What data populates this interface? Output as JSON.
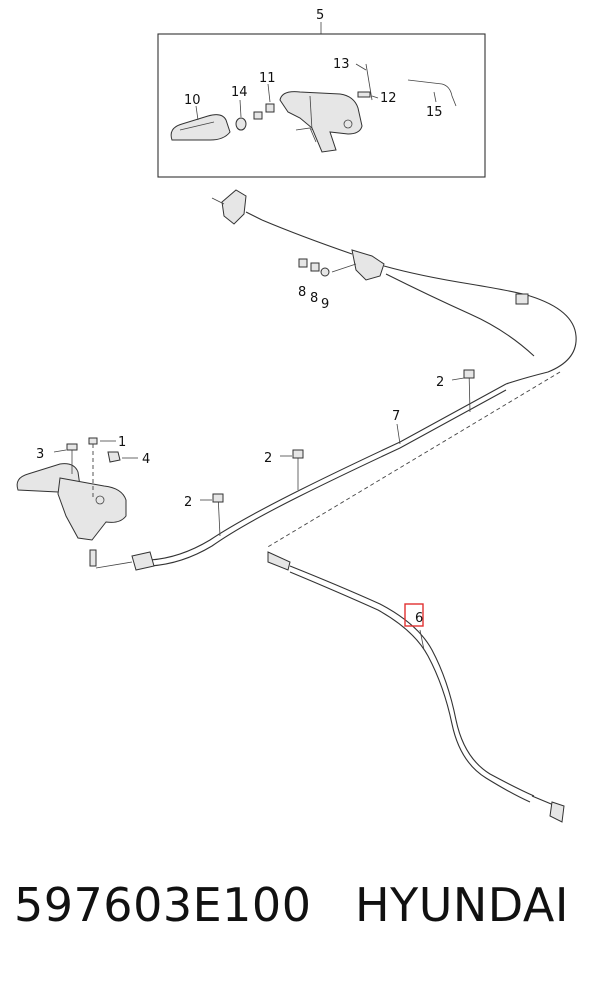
{
  "diagram": {
    "callouts": {
      "c1": "1",
      "c2a": "2",
      "c2b": "2",
      "c2c": "2",
      "c3": "3",
      "c4": "4",
      "c5": "5",
      "c6": "6",
      "c7": "7",
      "c8a": "8",
      "c8b": "8",
      "c9": "9",
      "c10": "10",
      "c11": "11",
      "c12": "12",
      "c13": "13",
      "c14": "14",
      "c15": "15"
    },
    "highlight_color": "#e03030"
  },
  "caption": {
    "part_number": "597603E100",
    "brand": "HYUNDAI"
  }
}
